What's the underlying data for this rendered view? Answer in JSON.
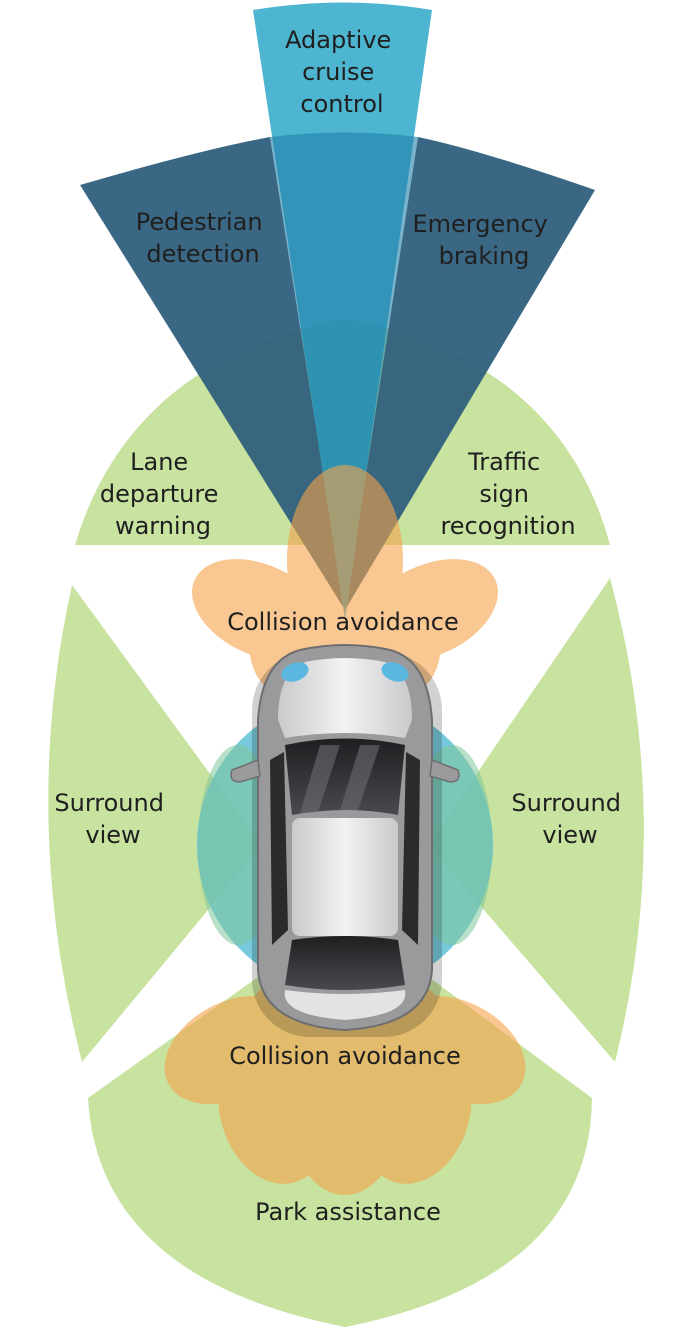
{
  "labels": {
    "adaptive_cruise": [
      "Adaptive",
      "cruise",
      "control"
    ],
    "pedestrian": [
      "Pedestrian",
      "detection"
    ],
    "emergency": [
      "Emergency",
      "braking"
    ],
    "lane": [
      "Lane",
      "departure",
      "warning"
    ],
    "traffic": [
      "Traffic",
      "sign",
      "recognition"
    ],
    "collision_front": [
      "Collision avoidance"
    ],
    "surround_left": [
      "Surround",
      "view"
    ],
    "surround_right": [
      "Surround",
      "view"
    ],
    "collision_rear": [
      "Collision avoidance"
    ],
    "park": [
      "Park assistance"
    ]
  },
  "colors": {
    "light_green": "#c8e2a0",
    "dark_blue": "#2f5f7c",
    "cyan": "#2fa8c8",
    "light_blue": "#5fc0d6",
    "orange": "#f4a24a",
    "car_body": "#9a9a9c",
    "car_roof": "#e8e9ea",
    "glass": "#2b2b2e",
    "headlight": "#5ab8e0"
  }
}
